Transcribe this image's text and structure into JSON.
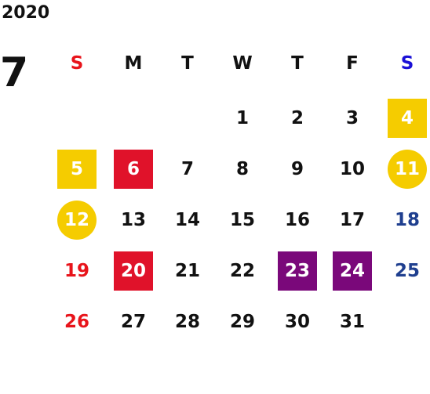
{
  "calendar": {
    "year": "2020",
    "month": "7",
    "weekdays": [
      "S",
      "M",
      "T",
      "W",
      "T",
      "F",
      "S"
    ],
    "weekday_colors": [
      "#e8141b",
      "#111111",
      "#111111",
      "#111111",
      "#111111",
      "#111111",
      "#1a10d6"
    ],
    "colors": {
      "sunday_text": "#e8141b",
      "saturday_text": "#1f3f8f",
      "weekday_text": "#111111",
      "yellow": "#f5cc00",
      "red": "#e0122a",
      "purple": "#7a087a"
    },
    "weeks": [
      [
        null,
        null,
        null,
        {
          "day": "1"
        },
        {
          "day": "2"
        },
        {
          "day": "3"
        },
        {
          "day": "4",
          "mark": "square",
          "color": "yellow"
        }
      ],
      [
        {
          "day": "5",
          "mark": "square",
          "color": "yellow"
        },
        {
          "day": "6",
          "mark": "square",
          "color": "red"
        },
        {
          "day": "7"
        },
        {
          "day": "8"
        },
        {
          "day": "9"
        },
        {
          "day": "10"
        },
        {
          "day": "11",
          "mark": "circle",
          "color": "yellow"
        }
      ],
      [
        {
          "day": "12",
          "mark": "circle",
          "color": "yellow"
        },
        {
          "day": "13"
        },
        {
          "day": "14"
        },
        {
          "day": "15"
        },
        {
          "day": "16"
        },
        {
          "day": "17"
        },
        {
          "day": "18"
        }
      ],
      [
        {
          "day": "19"
        },
        {
          "day": "20",
          "mark": "square",
          "color": "red"
        },
        {
          "day": "21"
        },
        {
          "day": "22"
        },
        {
          "day": "23",
          "mark": "square",
          "color": "purple"
        },
        {
          "day": "24",
          "mark": "square",
          "color": "purple"
        },
        {
          "day": "25"
        }
      ],
      [
        {
          "day": "26"
        },
        {
          "day": "27"
        },
        {
          "day": "28"
        },
        {
          "day": "29"
        },
        {
          "day": "30"
        },
        {
          "day": "31"
        },
        null
      ]
    ]
  }
}
